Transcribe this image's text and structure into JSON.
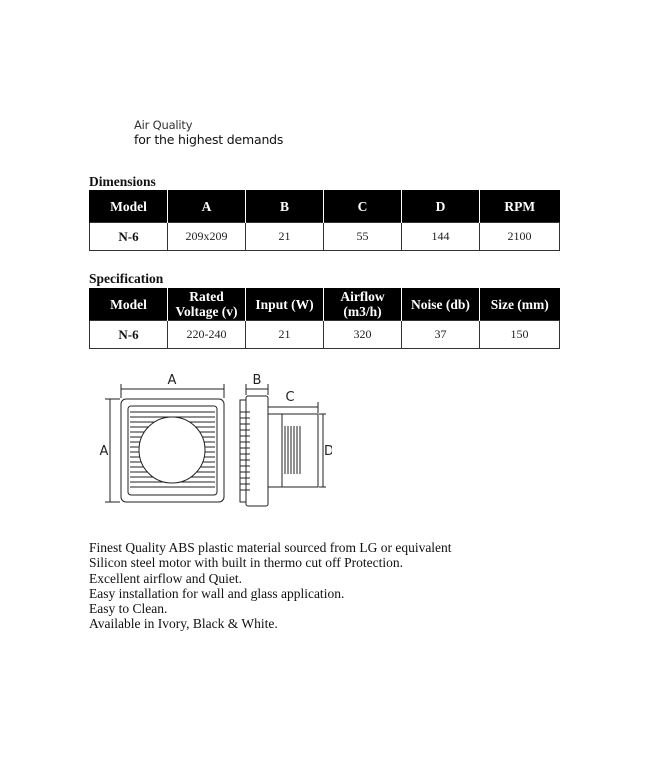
{
  "tagline": {
    "line1": "Air Quality",
    "line2": "for the highest demands"
  },
  "dimensions": {
    "title": "Dimensions",
    "headers": [
      "Model",
      "A",
      "B",
      "C",
      "D",
      "RPM"
    ],
    "row": [
      "N-6",
      "209x209",
      "21",
      "55",
      "144",
      "2100"
    ]
  },
  "specification": {
    "title": "Specification",
    "headers": [
      {
        "line1": "Model",
        "line2": ""
      },
      {
        "line1": "Rated",
        "line2": "Voltage (v)"
      },
      {
        "line1": "Input (W)",
        "line2": ""
      },
      {
        "line1": "Airflow",
        "line2": "(m3/h)"
      },
      {
        "line1": "Noise (db)",
        "line2": ""
      },
      {
        "line1": "Size (mm)",
        "line2": ""
      }
    ],
    "row": [
      "N-6",
      "220-240",
      "21",
      "320",
      "37",
      "150"
    ]
  },
  "drawing": {
    "label_a_top": "A",
    "label_a_side": "A",
    "label_b": "B",
    "label_c": "C",
    "label_d": "D"
  },
  "features": [
    "Finest Quality ABS plastic material sourced from LG or equivalent",
    "Silicon steel motor with built in thermo cut off  Protection.",
    "Excellent airflow and Quiet.",
    "Easy installation for wall and glass application.",
    "Easy to Clean.",
    "Available in Ivory, Black & White."
  ]
}
